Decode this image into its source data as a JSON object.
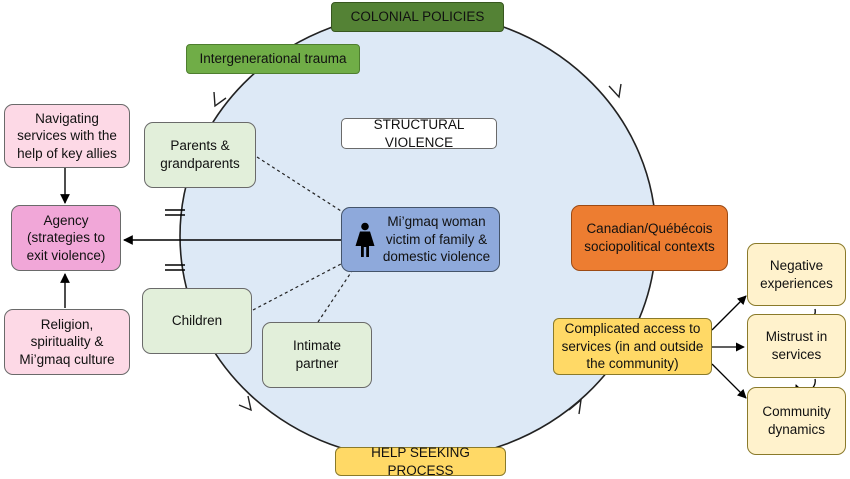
{
  "labels": {
    "colonial_policies": "COLONIAL POLICIES",
    "intergenerational_trauma": "Intergenerational trauma",
    "structural_violence": "STRUCTURAL VIOLENCE",
    "navigating_services": "Navigating\nservices with the\nhelp of key allies",
    "agency": "Agency\n(strategies to\nexit violence)",
    "religion": "Religion,\nspirituality &\nMi’gmaq culture",
    "parents": "Parents &\ngrandparents",
    "children": "Children",
    "intimate_partner": "Intimate\npartner",
    "woman": "Mi’gmaq woman\nvictim of family &\ndomestic violence",
    "sociopolitical": "Canadian/Québécois\nsociopolitical contexts",
    "complicated_access": "Complicated access to\nservices (in and outside\nthe community)",
    "negative_experiences": "Negative\nexperiences",
    "mistrust": "Mistrust in\nservices",
    "community_dynamics": "Community\ndynamics",
    "help_seeking": "HELP SEEKING PROCESS"
  },
  "icons": {
    "woman": "woman-figure-icon",
    "cycle": "circular-arrows-icon"
  },
  "colors": {
    "circle_fill": "#dde9f6",
    "circle_stroke": "#222222",
    "arrow": "#000000"
  }
}
